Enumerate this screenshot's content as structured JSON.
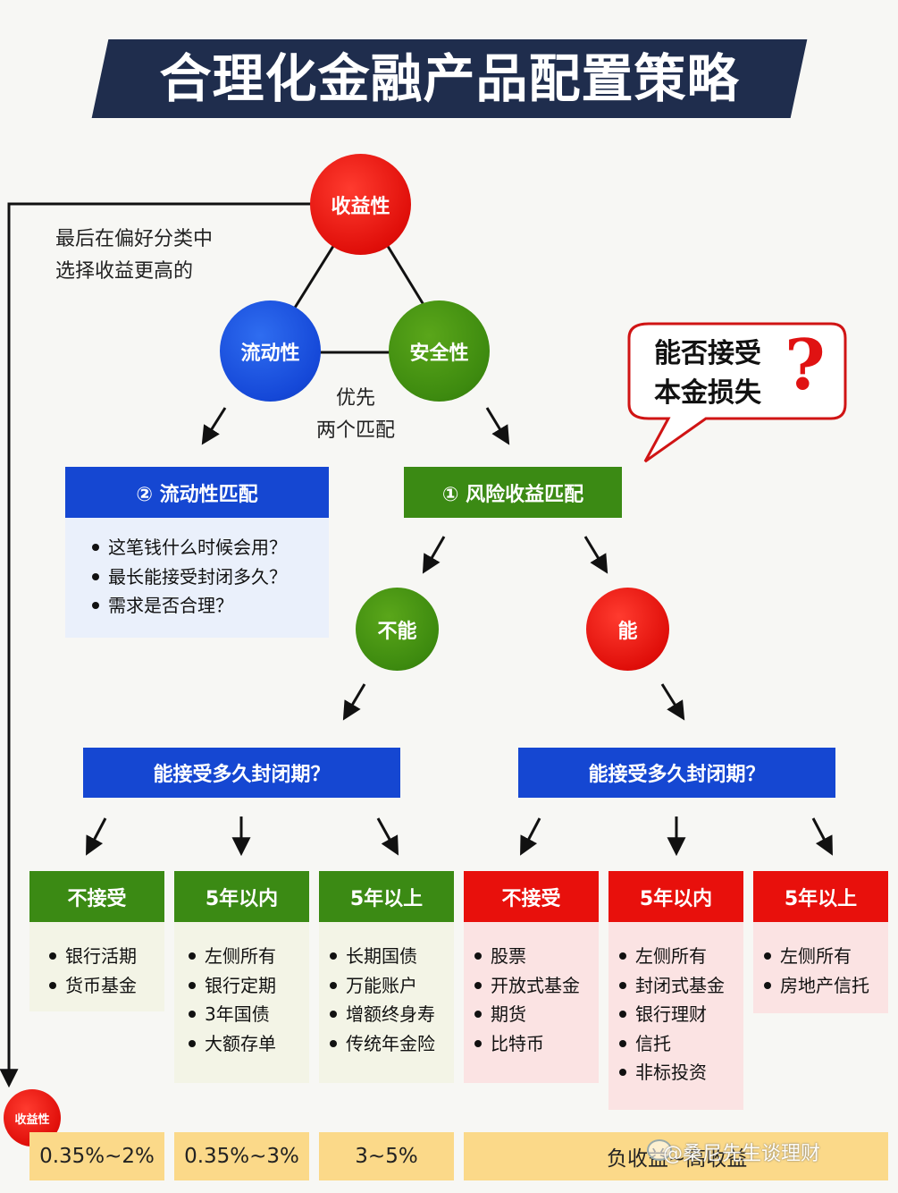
{
  "title": "合理化金融产品配置策略",
  "triangle": {
    "top": "收益性",
    "left": "流动性",
    "right": "安全性",
    "center_note": [
      "优先",
      "两个匹配"
    ]
  },
  "left_note": [
    "最后在偏好分类中",
    "选择收益更高的"
  ],
  "bubble": {
    "lines": [
      "能否接受",
      "本金损失"
    ],
    "mark": "?"
  },
  "liquidity_match": {
    "header": "② 流动性匹配",
    "items": [
      "这笔钱什么时候会用？",
      "最长能接受封闭多久？",
      "需求是否合理？"
    ]
  },
  "risk_match": {
    "header": "① 风险收益匹配"
  },
  "branches": {
    "no": "不能",
    "yes": "能"
  },
  "period_question": {
    "left": "能接受多久封闭期？",
    "right": "能接受多久封闭期？"
  },
  "categories": [
    {
      "header": "不接受",
      "items": [
        "银行活期",
        "货币基金"
      ]
    },
    {
      "header": "5年以内",
      "items": [
        "左侧所有",
        "银行定期",
        "3年国债",
        "大额存单"
      ]
    },
    {
      "header": "5年以上",
      "items": [
        "长期国债",
        "万能账户",
        "增额终身寿",
        "传统年金险"
      ]
    },
    {
      "header": "不接受",
      "items": [
        "股票",
        "开放式基金",
        "期货",
        "比特币"
      ]
    },
    {
      "header": "5年以内",
      "items": [
        "左侧所有",
        "封闭式基金",
        "银行理财",
        "信托",
        "非标投资"
      ]
    },
    {
      "header": "5年以上",
      "items": [
        "左侧所有",
        "房地产信托"
      ]
    }
  ],
  "yield_badge": "收益性",
  "yields": [
    "0.35%~2%",
    "0.35%~3%",
    "3~5%",
    "负收益~高收益"
  ],
  "watermark": "@桑尼先生谈理财",
  "colors": {
    "navy": "#1f2d4d",
    "red": "#e8100c",
    "blue": "#1547d2",
    "green": "#3b8a14",
    "yield": "#fbd989"
  }
}
